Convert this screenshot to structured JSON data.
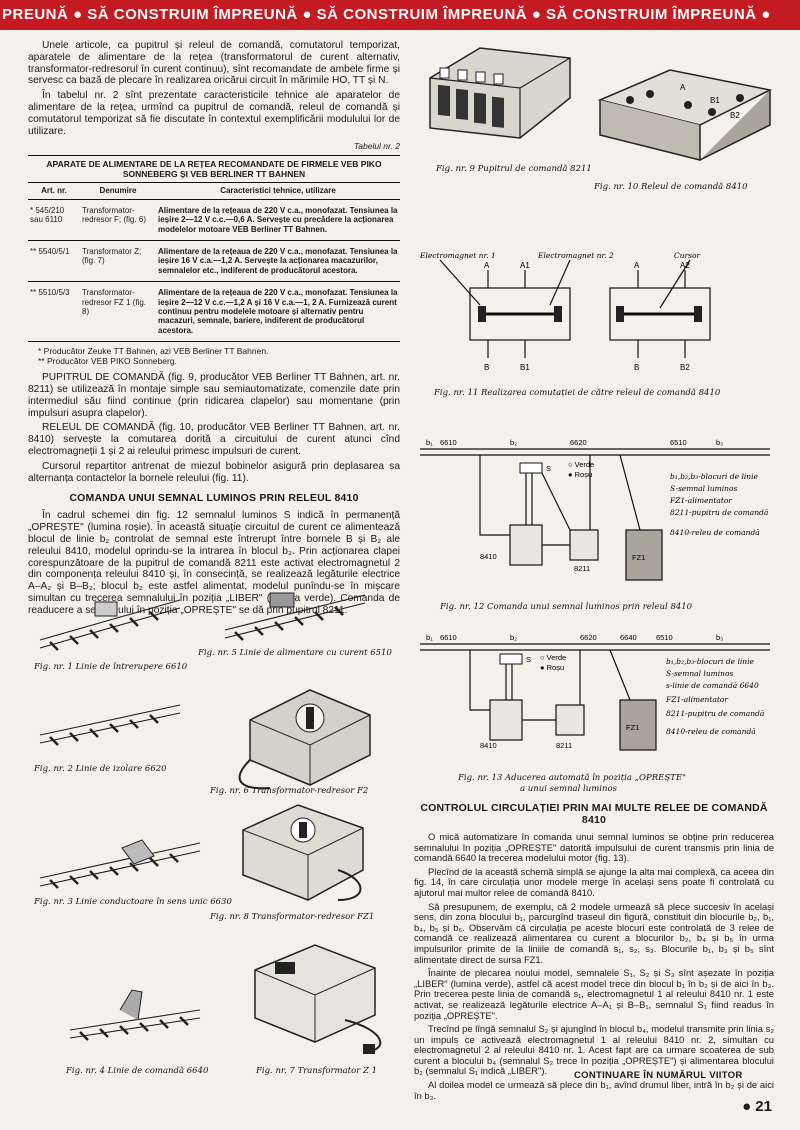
{
  "banner": {
    "text": "PREUNĂ ● SĂ CONSTRUIM ÎMPREUNĂ ● SĂ CONSTRUIM ÎMPREUNĂ ● SĂ CONSTRUIM ÎMPREUNĂ ●"
  },
  "intro": [
    "Unele articole, ca pupitrul și releul de comandă, comutatorul temporizat, aparatele de alimentare de la rețea (transformatorul de curent alternativ, transformator-redresorul în curent continuu), sînt recomandate de ambele firme și servesc ca bază de plecare în realizarea oricărui circuit în mărimile HO, TT și N.",
    "În tabelul nr. 2 sînt prezentate caracteristicile tehnice ale aparatelor de alimentare de la rețea, urmînd ca pupitrul de comandă, releul de comandă și comutatorul temporizat să fie discutate în contextul exemplificării modulului lor de utilizare."
  ],
  "table": {
    "ref": "Tabelul nr. 2",
    "title": "APARATE DE ALIMENTARE DE LA REȚEA RECOMANDATE DE FIRMELE VEB PIKO SONNEBERG ȘI VEB BERLINER TT BAHNEN",
    "headers": [
      "Art. nr.",
      "Denumire",
      "Caracteristici tehnice, utilizare"
    ],
    "rows": [
      {
        "art": "* 545/210 sau 6110",
        "name": "Transformator-redresor F; (fig. 6)",
        "desc": "Alimentare de la rețeaua de 220 V c.a., monofazat. Tensiunea la ieșire 2—12 V c.c.—0,6 A. Servește cu precădere la acționarea modelelor motoare VEB Berliner TT Bahnen."
      },
      {
        "art": "** 5540/5/1",
        "name": "Transformator Z; (fig. 7)",
        "desc": "Alimentare de la rețeaua de 220 V c.a., monofazat. Tensiunea la ieșire 16 V c.a.—1,2 A. Servește la acționarea macazurilor, semnalelor etc., indiferent de producătorul acestora."
      },
      {
        "art": "** 5510/5/3",
        "name": "Transformator-redresor FZ 1 (fig. 8)",
        "desc": "Alimentare de la rețeaua de 220 V c.a., monofazat. Tensiunea la ieșire 2—12 V c.c.—1,2 A și 16 V c.a.—1, 2 A. Furnizează curent continuu pentru modelele motoare și alternativ pentru macazuri, semnale, bariere, indiferent de producătorul acestora."
      }
    ],
    "footnotes": [
      "* Producător Zeuke TT Bahnen, azi VEB Berliner TT Bahnen.",
      "** Producător VEB PIKO Sonneberg."
    ]
  },
  "body_left": [
    "PUPITRUL DE COMANDĂ (fig. 9, producător VEB Berliner TT Bahnen, art. nr. 8211) se utilizează în montaje simple sau semiautomatizate, comenzile date prin intermediul său fiind continue (prin ridicarea clapelor) sau momentane (prin impulsuri asupra clapelor).",
    "RELEUL DE COMANDĂ (fig. 10, producător VEB Berliner TT Bahnen, art. nr. 8410) servește la comutarea dorită a circuitului de curent atunci cînd electromagneții 1 și 2 ai releului primesc impulsuri de curent.",
    "Cursorul repartitor antrenat de miezul bobinelor asigură prin deplasarea sa alternanța contactelor la bornele releului (fig. 11)."
  ],
  "section1": {
    "title": "COMANDA UNUI SEMNAL LUMINOS PRIN RELEUL 8410",
    "text": "În cadrul schemei din fig. 12 semnalul luminos S indică în permanență „OPREȘTE\" (lumina roșie). În această situație circuitul de curent ce alimentează blocul de linie b₂ controlat de semnal este întrerupt între bornele B și B₂ ale releului 8410, modelul oprindu-se la intrarea în blocul b₂. Prin acționarea clapei corespunzătoare de la pupitrul de comandă 8211 este activat electromagnetul 2 din componența releului 8410 și, în consecință, se realizează legăturile electrice A–A₂ și B–B₂; blocul b₂ este astfel alimentat, modelul punîndu-se în mișcare simultan cu trecerea semnalului în poziția „LIBER\" (lumina verde). Comanda de readucere a semnalului în poziția „OPREȘTE\" se dă prin pupitrul 8211."
  },
  "section2": {
    "title": "CONTROLUL CIRCULAȚIEI PRIN MAI MULTE RELEE DE COMANDĂ 8410",
    "paragraphs": [
      "O mică automatizare în comanda unui semnal luminos se obține prin reducerea semnalului în poziția „OPREȘTE\" datorită impulsului de curent transmis prin linia de comandă 6640 la trecerea modelului motor (fig. 13).",
      "Plecînd de la această schemă simplă se ajunge la alta mai complexă, ca aceea din fig. 14, în care circulația unor modele merge în același sens poate fi controlată cu ajutorul mai multor relee de comandă 8410.",
      "Să presupunem, de exemplu, că 2 modele urmează să plece succesiv în același sens, din zona blocului b₁, parcurgînd traseul din figură, constituit din blocurile b₂, b₁, b₄, b₅ și b₆. Observăm că circulația pe aceste blocuri este controlată de 3 relee de comandă ce realizează alimentarea cu curent a blocurilor b₂, b₄ și b₅ în urma impulsurilor primite de la liniile de comandă s₁, s₂, s₃. Blocurile b₁, b₃ și b₅ sînt alimentate direct de sursa FZ1.",
      "Înainte de plecarea noului model, semnalele S₁, S₂ și S₃ sînt așezate în poziția „LIBER\" (lumina verde), astfel că acest model trece din blocul b₁ în b₂ și de aici în b₃. Prin trecerea peste linia de comandă s₁, electromagnetul 1 al releului 8410 nr. 1 este activat, se realizează legăturile electrice A–A₁ și B–B₁, semnalul S₁ fiind readus în poziția „OPREȘTE\".",
      "Trecînd pe lîngă semnalul S₂ și ajungînd în blocul b₄, modelul transmite prin linia s₂ un impuls ce activează electromagnetul 1 al releului 8410 nr. 2, simultan cu electromagnetul 2 al releului 8410 nr. 1. Acest fapt are ca urmare scoaterea de sub curent a blocului b₄ (semnalul S₂ trece în poziția „OPREȘTE\") și alimentarea blocului b₂ (semnalul S₁ indică „LIBER\").",
      "Al doilea model ce urmează să plece din b₁, avînd drumul liber, intră în b₂ și de aici în b₃."
    ],
    "continue": "CONTINUARE ÎN NUMĂRUL VIITOR"
  },
  "captions": {
    "fig9": "Fig. nr. 9  Pupitrul de comandă 8211",
    "fig10": "Fig. nr. 10  Releul de comandă 8410",
    "fig11": "Fig. nr. 11  Realizarea comutației de către releul de comandă 8410",
    "fig12": "Fig. nr. 12  Comanda unui semnal luminos prin releul 8410",
    "fig13a": "Fig. nr. 13  Aducerea automată în poziția „OPREȘTE\"",
    "fig13b": "a unui semnal luminos",
    "fig1": "Fig. nr. 1  Linie de întrerupere 6610",
    "fig2": "Fig. nr. 2  Linie de izolare 6620",
    "fig3": "Fig. nr. 3  Linie conductoare în sens unic 6630",
    "fig4": "Fig. nr. 4  Linie de comandă 6640",
    "fig5": "Fig. nr. 5  Linie de alimentare cu curent 6510",
    "fig6": "Fig. nr. 6  Transformator-redresor F2",
    "fig7": "Fig. nr. 7  Transformator Z 1",
    "fig8": "Fig. nr. 8  Transformator-redresor FZ1"
  },
  "fig11_labels": {
    "em1": "Electromagnet nr. 1",
    "em2": "Electromagnet nr. 2",
    "cursor": "Cursor",
    "A": "A",
    "A1": "A1",
    "A2": "A2",
    "B": "B",
    "B1": "B1",
    "B2": "B2"
  },
  "fig12_legend": [
    "b₁,b₂,b₃-blocuri de linie",
    "S-semnal luminos",
    "FZ1-alimentator",
    "8211-pupitru de comandă",
    "8410-releu de comandă"
  ],
  "fig13_legend": [
    "b₁,b₂,b₃-blocuri de linie",
    "S-semnal luminos",
    "s-linie de comandă 6640",
    "FZ1-alimentator",
    "8211-pupitru de comandă",
    "8410-releu de comandă"
  ],
  "signal_legend": [
    "○ Verde",
    "● Roșu"
  ],
  "track_codes": {
    "t1": "6610",
    "t2": "6620",
    "t3": "6510",
    "t4": "6640",
    "b1": "b₁",
    "b2": "b₂",
    "b3": "b₃",
    "s": "S",
    "relay": "8410",
    "panel": "8211",
    "fz1": "FZ1"
  },
  "page_number": "● 21"
}
